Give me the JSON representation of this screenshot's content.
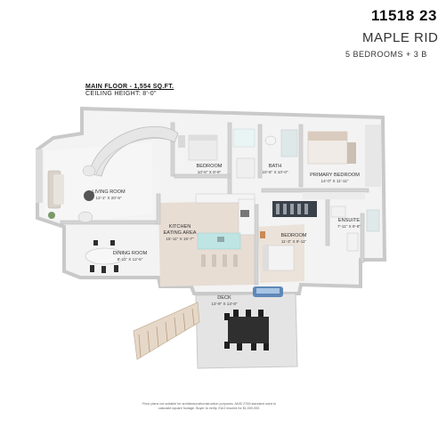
{
  "header": {
    "address": "11518 23",
    "city": "MAPLE RID",
    "summary": "5 BEDROOMS + 3 B"
  },
  "floor": {
    "title": "MAIN FLOOR - 1,554 SQ.FT.",
    "ceiling": "CEILING HEIGHT: 8'-0\""
  },
  "rooms": {
    "living": {
      "name": "LIVING ROOM",
      "dims": "13'-1\" X 20'-5\""
    },
    "dining": {
      "name": "DINING ROOM",
      "dims": "9'-11\" X 12'-5\""
    },
    "kitchen": {
      "name": "KITCHEN",
      "sub": "EATING AREA",
      "dims": "15'-11\" X 15'-7\""
    },
    "bedroom1": {
      "name": "BEDROOM",
      "dims": "10'-6\" X 9'-9\""
    },
    "bath": {
      "name": "BATH",
      "dims": "10'-6\" X 10'-0\""
    },
    "primary": {
      "name": "PRIMARY BEDROOM",
      "dims": "14'-0\" X 11'-11\""
    },
    "ensuite": {
      "name": "ENSUITE",
      "dims": "7'-11\" X 9'-8\""
    },
    "bedroom2": {
      "name": "BEDROOM",
      "dims": "11'-3\" X 9'-11\""
    },
    "deck": {
      "name": "DECK",
      "dims": "13'-9\" X 13'-8\""
    }
  },
  "footer": {
    "line1": "Floor plans not suitable for architectural/construction purposes. ANSI Z765 standard used to",
    "line2": "calculate square footage. Buyer to verify. E&O insured for $1,000,000."
  },
  "colors": {
    "wall": "#cfcfcf",
    "floor": "#f2f2f2",
    "wood": "#e7dcd2",
    "deck": "#e3e3e3",
    "teal": "#b6e2e2",
    "dark_furniture": "#3a3f47"
  }
}
